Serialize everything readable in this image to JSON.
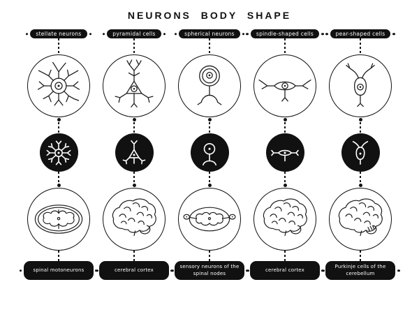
{
  "title": "NEURONS BODY SHAPE",
  "colors": {
    "ink": "#111111",
    "background": "#ffffff"
  },
  "columns": [
    {
      "top_label": "stellate neurons",
      "neuron_icon": "stellate-neuron-icon",
      "symbol_icon": "stellate-neuron-mini-icon",
      "region_icon": "spinal-cord-cross-section-icon",
      "bottom_label": "spinal motoneurons"
    },
    {
      "top_label": "pyramidal cells",
      "neuron_icon": "pyramidal-cell-icon",
      "symbol_icon": "pyramidal-cell-mini-icon",
      "region_icon": "brain-icon",
      "bottom_label": "cerebral cortex"
    },
    {
      "top_label": "spherical neurons",
      "neuron_icon": "spherical-neuron-icon",
      "symbol_icon": "spherical-neuron-mini-icon",
      "region_icon": "spinal-nodes-icon",
      "bottom_label": "sensory neurons of the spinal nodes"
    },
    {
      "top_label": "spindle-shaped cells",
      "neuron_icon": "spindle-cell-icon",
      "symbol_icon": "spindle-cell-mini-icon",
      "region_icon": "brain-icon",
      "bottom_label": "cerebral cortex"
    },
    {
      "top_label": "pear-shaped cells",
      "neuron_icon": "pear-cell-icon",
      "symbol_icon": "pear-cell-mini-icon",
      "region_icon": "cerebellum-brain-icon",
      "bottom_label": "Purkinje cells of the cerebellum"
    }
  ]
}
